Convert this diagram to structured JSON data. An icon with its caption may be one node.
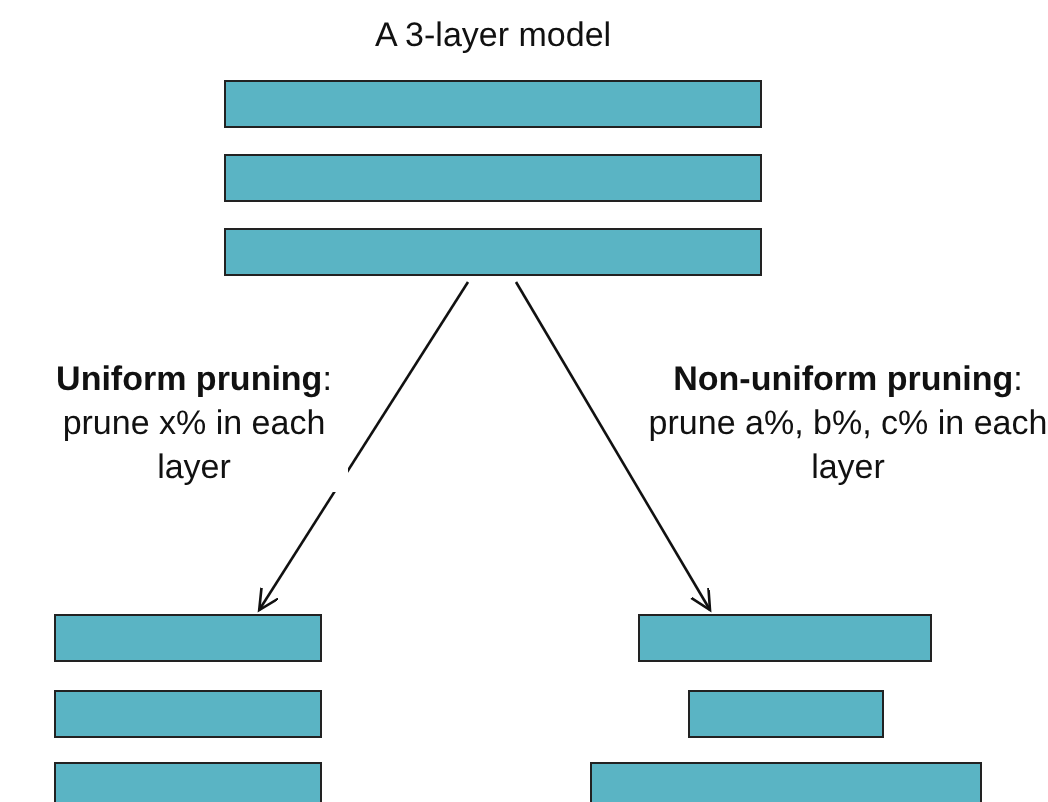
{
  "diagram": {
    "nodes": [
      {
        "text": [
          "A 3-layer model"
        ]
      },
      {
        "text": [],
        "shape": "bar",
        "in": 0
      },
      {
        "text": [],
        "shape": "bar",
        "in": 0
      },
      {
        "text": [],
        "shape": "bar",
        "in": 0
      },
      {
        "text": [],
        "shape": "box"
      },
      {
        "text": [],
        "shape": "bar",
        "in": 4
      },
      {
        "text": [],
        "shape": "bar",
        "in": 4
      },
      {
        "text": [],
        "shape": "bar",
        "in": 4
      },
      {
        "text": [],
        "shape": "box"
      },
      {
        "text": [],
        "shape": "bar",
        "in": 8
      },
      {
        "text": [],
        "shape": "bar",
        "in": 8
      },
      {
        "text": [],
        "shape": "bar",
        "in": 8
      }
    ],
    "edges": [
      {
        "from": 0,
        "to": 4,
        "arrow": "to",
        "label": "**Uniform pruning**: prune x% in each layer"
      },
      {
        "from": 0,
        "to": 8,
        "arrow": "to",
        "label": "**Non-uniform pruning**: prune a%, b%, c% in each layer"
      }
    ]
  }
}
